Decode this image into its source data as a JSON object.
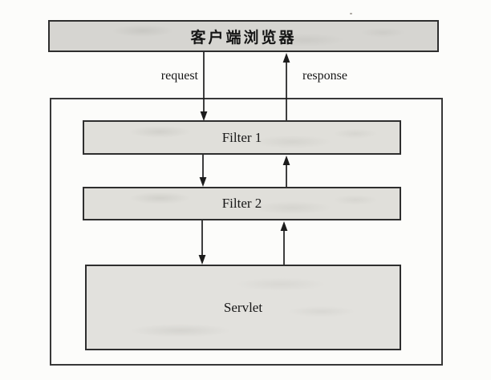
{
  "figure": {
    "description": "Servlet filter chain diagram: client browser request passes down through Filter 1 and Filter 2 to Servlet, response returns back up",
    "client_label": "客户端浏览器",
    "request_label": "request",
    "response_label": "response",
    "boxes": [
      {
        "id": "filter1",
        "label": "Filter 1"
      },
      {
        "id": "filter2",
        "label": "Filter 2"
      },
      {
        "id": "servlet",
        "label": "Servlet"
      }
    ],
    "colors": {
      "background": "#fcfcfa",
      "box_fill": "#dedDD8",
      "box_border": "#2e2e2e",
      "arrow": "#1c1c1c"
    }
  }
}
